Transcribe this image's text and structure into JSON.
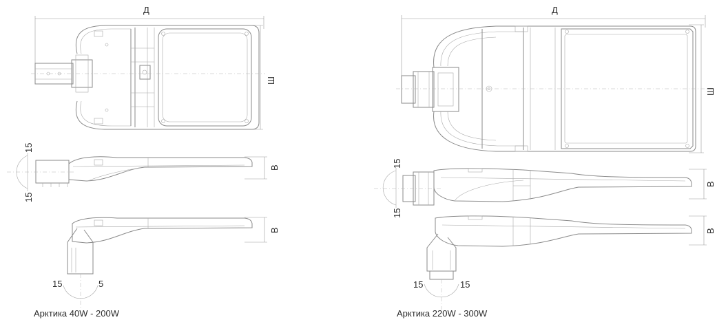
{
  "left": {
    "dim_length": "Д",
    "dim_width": "Ш",
    "dim_height_1": "В",
    "dim_height_2": "В",
    "angle_top_1": "15",
    "angle_bottom_1": "15",
    "angle_left_2": "15",
    "angle_right_2": "5",
    "caption": "Арктика 40W - 200W"
  },
  "right": {
    "dim_length": "Д",
    "dim_width": "Ш",
    "dim_height_1": "В",
    "dim_height_2": "В",
    "angle_top_1": "15",
    "angle_bottom_1": "15",
    "angle_left_2": "15",
    "angle_right_2": "15",
    "caption": "Арктика 220W - 300W"
  },
  "colors": {
    "line": "#8a8a8a",
    "text": "#2b2b2b",
    "background": "#ffffff"
  }
}
